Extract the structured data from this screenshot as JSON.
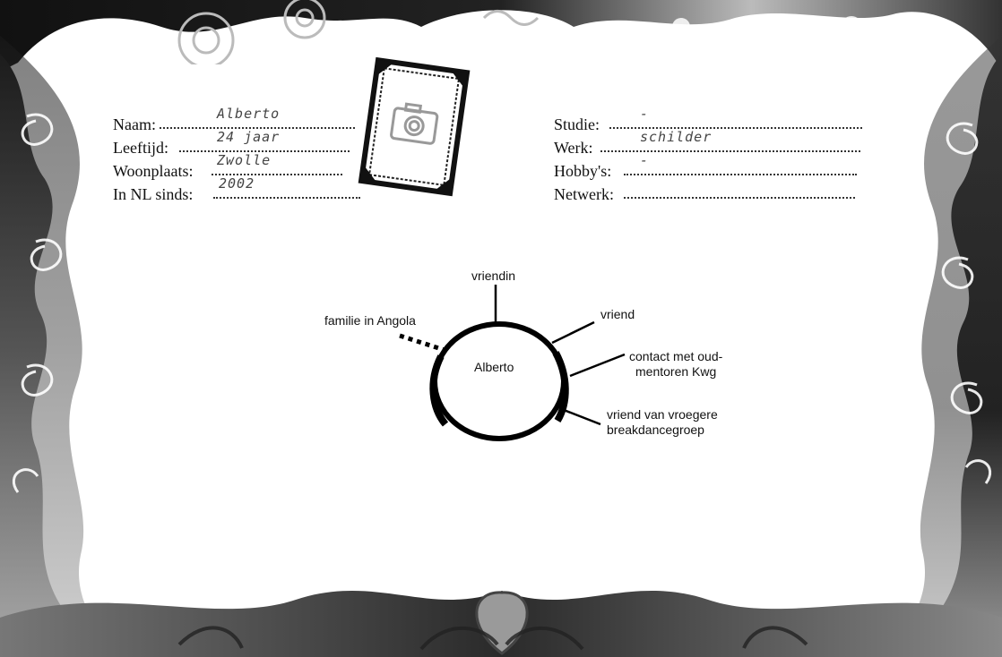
{
  "profile_left": [
    {
      "label": "Naam:",
      "value": "Alberto"
    },
    {
      "label": "Leeftijd:",
      "value": "24 jaar"
    },
    {
      "label": "Woonplaats:",
      "value": "Zwolle"
    },
    {
      "label": "In NL sinds:",
      "value": "2002"
    }
  ],
  "profile_right": [
    {
      "label": "Studie:",
      "value": "-"
    },
    {
      "label": "Werk:",
      "value": "schilder"
    },
    {
      "label": "Hobby's:",
      "value": "-"
    },
    {
      "label": "Netwerk:",
      "value": ""
    }
  ],
  "network": {
    "center": "Alberto",
    "nodes": [
      {
        "label": "vriendin",
        "line": "solid"
      },
      {
        "label": "vriend",
        "line": "solid"
      },
      {
        "label": "contact met oud-\nmentoren Kwg",
        "line": "solid"
      },
      {
        "label": "vriend van vroegere\nbreakdancegroep",
        "line": "solid"
      },
      {
        "label": "familie in Angola",
        "line": "dashed"
      }
    ]
  },
  "icons": [
    "photo-frame-icon",
    "camera-icon",
    "ornamental-border"
  ]
}
